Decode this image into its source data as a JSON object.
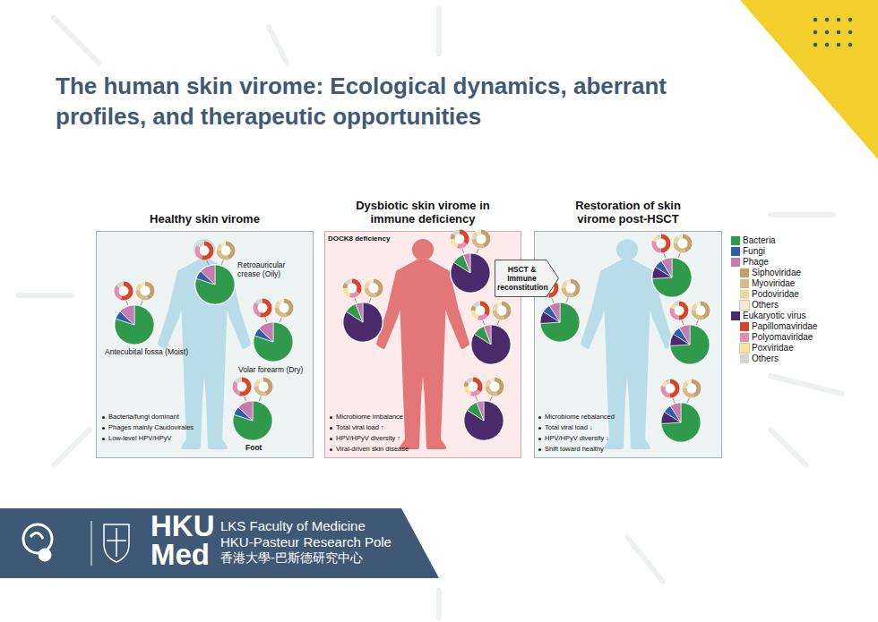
{
  "diagram": {
    "title": "The human skin virome: Ecological dynamics, aberrant profiles, and therapeutic opportunities",
    "nodes": [
      {
        "text": [
          "Healthy skin virome"
        ]
      },
      {
        "text": [
          "Dysbiotic skin virome in immune deficiency"
        ]
      },
      {
        "text": [
          "HSCT & Immune reconstitution"
        ]
      },
      {
        "text": [
          "Restoration of skin virome post-HSCT"
        ]
      }
    ],
    "labels": [
      "Retroauricular crease (Oily)",
      "Antecubital fossa (Moist)",
      "Volar forearm (Dry)",
      "Foot",
      "Bacteria/fungi dominant",
      "Phages mainly Caudovirales",
      "Low-level HPV/HPyV",
      "DOCK8 deficiency",
      "Microbiome imbalance",
      "Total viral load ↑",
      "HPV/HPyV diversity ↑",
      "Viral-driven skin disease",
      "Microbiome rebalanced",
      "Total viral load ↓",
      "HPV/HPyV diversity ↓",
      "Shift toward healthy",
      "HKU",
      "Med",
      "LKS Faculty of Medicine",
      "HKU-Pasteur Research Pole",
      "香港大學-巴斯德研究中心"
    ],
    "legend": [
      {
        "text": "Bacteria",
        "color": "#2f9a4c"
      },
      {
        "text": "Fungi",
        "color": "#2f5fa6"
      },
      {
        "text": "Phage",
        "color": "#c77bb3"
      },
      {
        "text": "Siphoviridae",
        "color": "#c3a06d"
      },
      {
        "text": "Myoviridae",
        "color": "#d6bb85"
      },
      {
        "text": "Podoviridae",
        "color": "#e6d6a8"
      },
      {
        "text": "Others",
        "color": "#f2ead2"
      },
      {
        "text": "Eukaryotic virus",
        "color": "#4a2a6a"
      },
      {
        "text": "Papillomaviridae",
        "color": "#d8462a"
      },
      {
        "text": "Polyomaviridae",
        "color": "#e48db2"
      },
      {
        "text": "Poxviridae",
        "color": "#f4e4a2"
      },
      {
        "text": "Others",
        "color": "#d4d4d4"
      }
    ]
  }
}
